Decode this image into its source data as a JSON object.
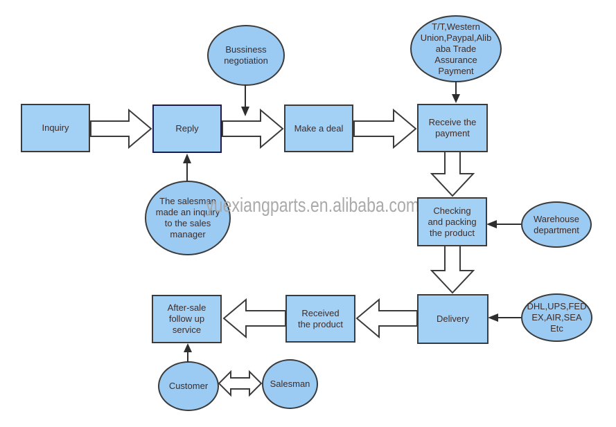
{
  "diagram": {
    "watermark": "yuexiangparts.en.alibaba.com",
    "colors": {
      "box_fill": "#a3d1f6",
      "ellipse_fill": "#9bcbf3",
      "border": "#3b3b3b",
      "reply_border": "#1a1a4e",
      "text": "#3d2b28",
      "watermark": "#a6a6a6",
      "arrow_outline": "#3b3b3b"
    },
    "nodes": {
      "inquiry": "Inquiry",
      "reply": "Reply",
      "make_a_deal": "Make a deal",
      "receive_payment": "Receive the\npayment",
      "checking_packing": "Checking\nand packing\nthe product",
      "delivery": "Delivery",
      "received_product": "Received\nthe product",
      "after_sale": "After-sale\nfollow up\nservice",
      "business_negotiation": "Bussiness\nnegotiation",
      "payment_methods": "T/T,Western\nUnion,Paypal,Alib\naba Trade\nAssurance\nPayment",
      "salesman_inquiry": "The salesman\nmade an inquiry\nto the sales\nmanager",
      "warehouse": "Warehouse\ndepartment",
      "shipping_methods": "DHL,UPS,FED\nEX,AIR,SEA\nEtc",
      "customer": "Customer",
      "salesman": "Salesman"
    }
  }
}
